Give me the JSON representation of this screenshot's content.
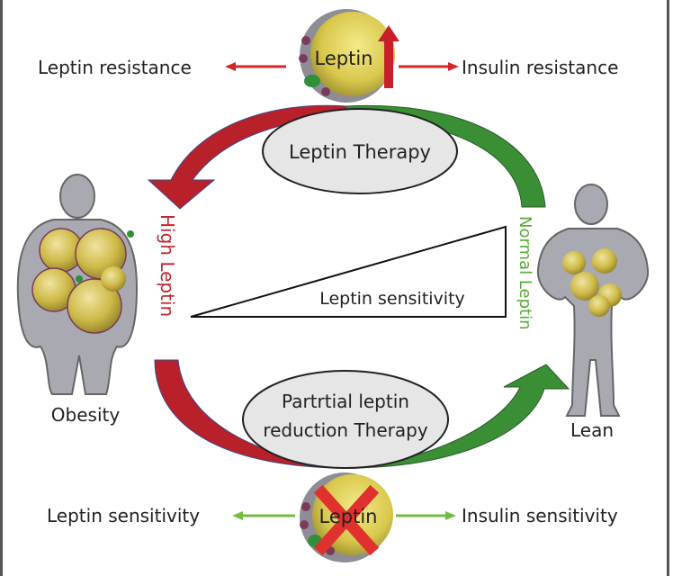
{
  "colors": {
    "high_arrow": "#b8202a",
    "normal_arrow": "#3a8f34",
    "arrow_outline": "#3b4a8a",
    "ellipse_fill": "#e6e6e6",
    "body_fill": "#a9aab1",
    "fat_cell": "#d4c24a",
    "text": "#222222",
    "red_text": "#c0282d",
    "green_text": "#5aa83a",
    "red_line": "#d0282a",
    "green_line": "#74bb43",
    "cross": "#e0312f"
  },
  "top": {
    "cell_label": "Leptin",
    "cell_state": "elevated",
    "left_effect": "Leptin resistance",
    "right_effect": "Insulin resistance"
  },
  "bottom": {
    "cell_label": "Leptin",
    "cell_state": "blocked",
    "left_effect": "Leptin sensitivity",
    "right_effect": "Insulin sensitivity"
  },
  "therapies": {
    "top": "Leptin Therapy",
    "bottom_line1": "Partrtial leptin",
    "bottom_line2": "reduction Therapy"
  },
  "arcs": {
    "left": "High Leptin",
    "right": "Normal Leptin"
  },
  "gradient_label": "Leptin sensitivity",
  "figures": {
    "left": "Obesity",
    "right": "Lean"
  }
}
